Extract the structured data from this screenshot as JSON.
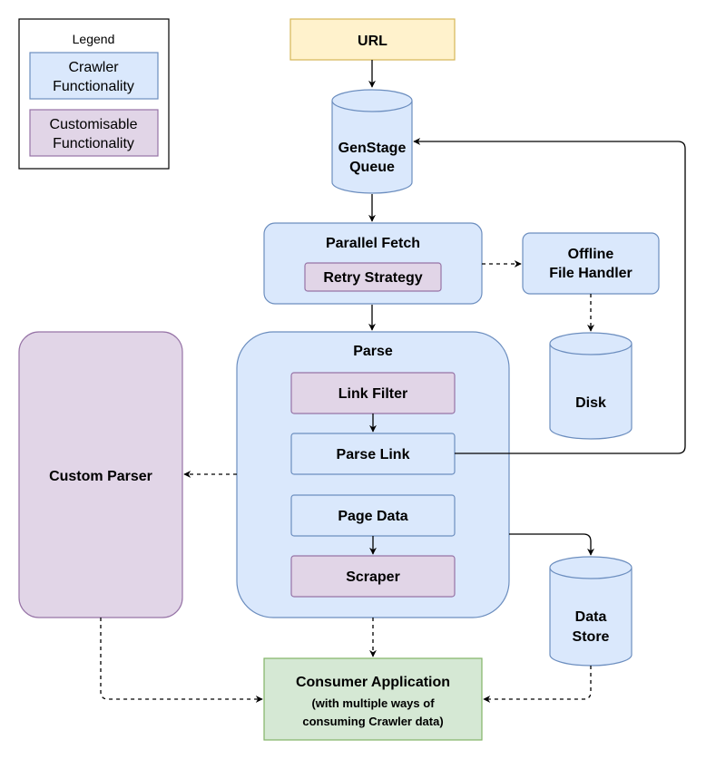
{
  "legend": {
    "title": "Legend",
    "crawler_line1": "Crawler",
    "crawler_line2": "Functionality",
    "custom_line1": "Customisable",
    "custom_line2": "Functionality"
  },
  "nodes": {
    "url": "URL",
    "queue_line1": "GenStage",
    "queue_line2": "Queue",
    "parallel_fetch": "Parallel Fetch",
    "retry_strategy": "Retry Strategy",
    "offline_line1": "Offline",
    "offline_line2": "File Handler",
    "disk": "Disk",
    "parse": "Parse",
    "link_filter": "Link Filter",
    "parse_link": "Parse Link",
    "page_data": "Page Data",
    "scraper": "Scraper",
    "custom_parser": "Custom Parser",
    "data_store_line1": "Data",
    "data_store_line2": "Store",
    "consumer_title": "Consumer Application",
    "consumer_line2": "(with multiple ways of",
    "consumer_line3": "consuming Crawler data)"
  },
  "colors": {
    "crawler_fill": "#dae8fc",
    "crawler_stroke": "#6c8ebf",
    "custom_fill": "#e1d5e7",
    "custom_stroke": "#9673a6",
    "url_fill": "#fff2cc",
    "url_stroke": "#d6b656",
    "consumer_fill": "#d5e8d4",
    "consumer_stroke": "#82b366"
  }
}
